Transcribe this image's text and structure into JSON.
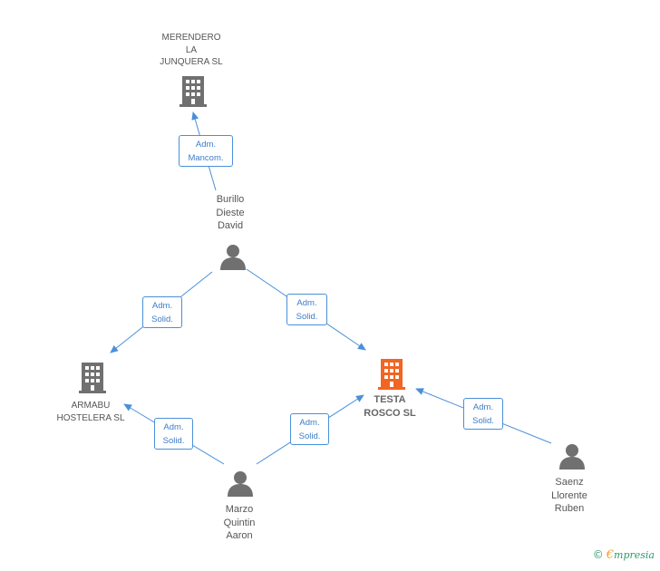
{
  "colors": {
    "edge": "#4a90d9",
    "person_icon": "#707070",
    "company_icon": "#707070",
    "focus_company_icon": "#f26522",
    "role_text": "#3d7cc9"
  },
  "nodes": {
    "merendero": {
      "label": "MERENDERO\nLA\nJUNQUERA SL",
      "icon": "building-icon"
    },
    "burillo": {
      "label": "Burillo\nDieste\nDavid",
      "icon": "person-icon"
    },
    "armabu": {
      "label": "ARMABU\nHOSTELERA SL",
      "icon": "building-icon"
    },
    "testa": {
      "label": "TESTA\nROSCO SL",
      "icon": "building-icon"
    },
    "marzo": {
      "label": "Marzo\nQuintin\nAaron",
      "icon": "person-icon"
    },
    "saenz": {
      "label": "Saenz\nLlorente\nRuben",
      "icon": "person-icon"
    }
  },
  "roles": {
    "burillo_merendero": "Adm.\nMancom.",
    "burillo_armabu": "Adm.\nSolid.",
    "burillo_testa": "Adm.\nSolid.",
    "marzo_armabu": "Adm.\nSolid.",
    "marzo_testa": "Adm.\nSolid.",
    "saenz_testa": "Adm.\nSolid."
  },
  "footer": {
    "copyright": "©",
    "brand_initial": "€",
    "brand_rest": "mpresia"
  }
}
